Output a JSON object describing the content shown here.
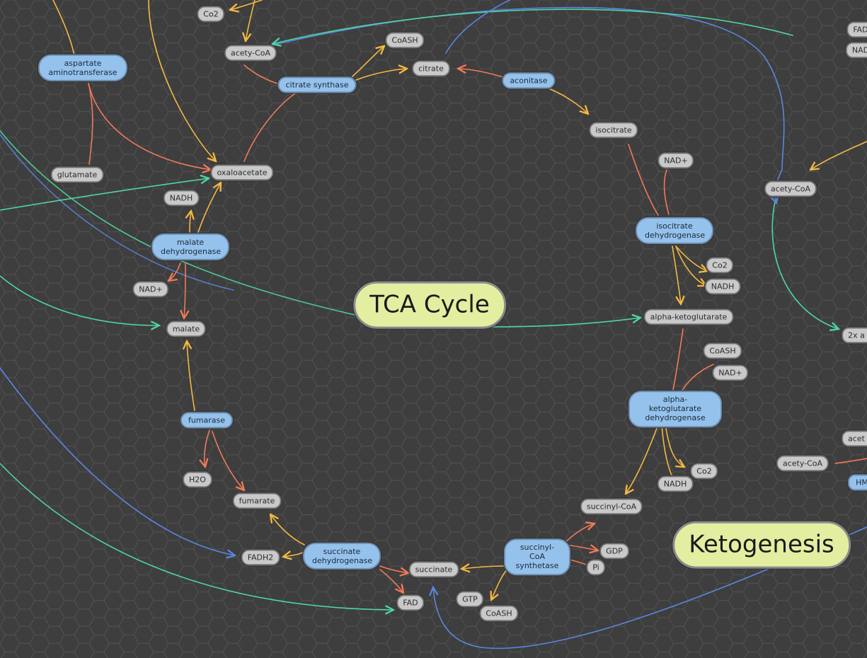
{
  "titles": {
    "tca": "TCA Cycle",
    "ketogenesis": "Ketogenesis"
  },
  "enzymes": {
    "aspartate_aminotransferase": "aspartate aminotransferase",
    "citrate_synthase": "citrate synthase",
    "aconitase": "aconitase",
    "isocitrate_dehydrogenase": "isocitrate dehydrogenase",
    "akg_dehydrogenase": "alpha-ketoglutarate dehydrogenase",
    "succinyl_coa_synthetase": "succinyl-CoA synthetase",
    "succinate_dehydrogenase": "succinate dehydrogenase",
    "fumarase": "fumarase",
    "malate_dehydrogenase": "malate dehydrogenase"
  },
  "metabolites": {
    "co2_top": "Co2",
    "acetyl_coa_top": "acety-CoA",
    "coash_top": "CoASH",
    "citrate": "citrate",
    "isocitrate": "isocitrate",
    "nad_plus_idh": "NAD+",
    "co2_idh": "Co2",
    "nadh_idh": "NADH",
    "alpha_ketoglutarate": "alpha-ketoglutarate",
    "coash_akgdh": "CoASH",
    "nad_plus_akgdh": "NAD+",
    "co2_akgdh": "Co2",
    "nadh_akgdh": "NADH",
    "succinyl_coa": "succinyl-CoA",
    "gdp": "GDP",
    "pi": "Pi",
    "succinate": "succinate",
    "gtp": "GTP",
    "coash_scs": "CoASH",
    "fad": "FAD",
    "fadh2": "FADH2",
    "fumarate": "fumarate",
    "h2o": "H2O",
    "malate": "malate",
    "nad_plus_mdh": "NAD+",
    "nadh_mdh": "NADH",
    "oxaloacetate": "oxaloacetate",
    "glutamate": "glutamate",
    "acetyl_coa_right": "acety-CoA",
    "acetyl_coa_keto": "acety-CoA",
    "fad_right_edge": "FAD",
    "nad_right_edge": "NAD",
    "two_x_right_edge": "2x a",
    "acet_right_edge": "acet",
    "hm_right_edge": "HM"
  },
  "colors": {
    "background": "#3e3e3e",
    "hex_grid": "#4f4f4f",
    "metabolite_fill": "#c9c9c9",
    "enzyme_fill": "#94c2ec",
    "title_fill": "#e3eea0",
    "arrow_yellow": "#f4b942",
    "arrow_orange": "#f07a5a",
    "arrow_red": "#ef6b5c",
    "arrow_green": "#4fd6a0",
    "arrow_blue": "#5b86e0"
  }
}
